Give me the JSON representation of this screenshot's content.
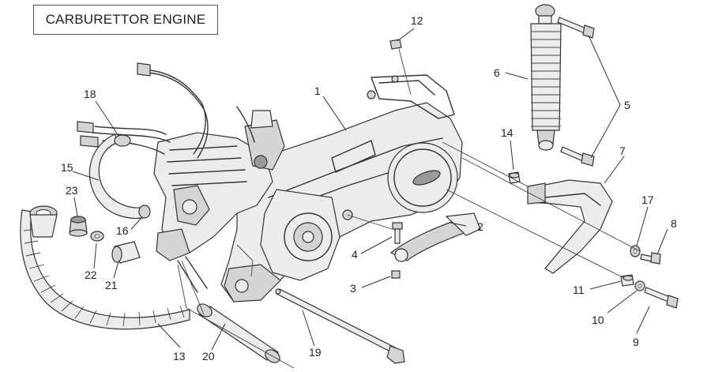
{
  "title": "CARBURETTOR ENGINE",
  "callouts": [
    {
      "id": "1",
      "label": "1"
    },
    {
      "id": "2",
      "label": "2"
    },
    {
      "id": "3",
      "label": "3"
    },
    {
      "id": "4",
      "label": "4"
    },
    {
      "id": "5",
      "label": "5"
    },
    {
      "id": "6",
      "label": "6"
    },
    {
      "id": "7",
      "label": "7"
    },
    {
      "id": "8",
      "label": "8"
    },
    {
      "id": "9",
      "label": "9"
    },
    {
      "id": "10",
      "label": "10"
    },
    {
      "id": "11",
      "label": "11"
    },
    {
      "id": "12",
      "label": "12"
    },
    {
      "id": "13",
      "label": "13"
    },
    {
      "id": "14",
      "label": "14"
    },
    {
      "id": "15",
      "label": "15"
    },
    {
      "id": "16",
      "label": "16"
    },
    {
      "id": "17",
      "label": "17"
    },
    {
      "id": "18",
      "label": "18"
    },
    {
      "id": "19",
      "label": "19"
    },
    {
      "id": "20",
      "label": "20"
    },
    {
      "id": "21",
      "label": "21"
    },
    {
      "id": "22",
      "label": "22"
    },
    {
      "id": "23",
      "label": "23"
    }
  ]
}
